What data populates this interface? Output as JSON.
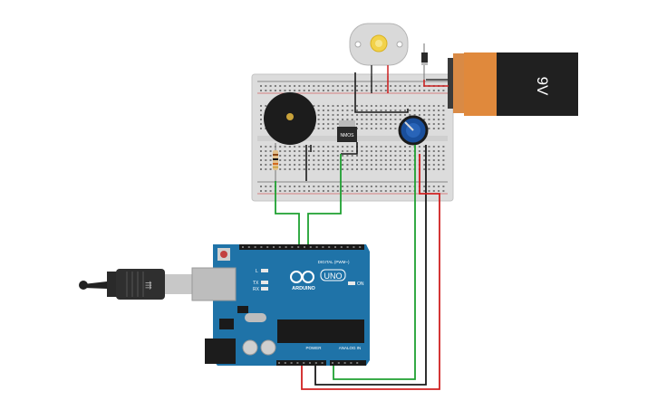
{
  "battery": {
    "label": "9V",
    "color_body": "#202020",
    "color_cap": "#d98a45"
  },
  "transistor": {
    "label": "NMOS"
  },
  "arduino": {
    "logo_text": "ARDUINO",
    "model": "UNO",
    "digital_header": "DIGITAL (PWM~)",
    "power_header": "POWER",
    "analog_header": "ANALOG IN",
    "tx": "TX",
    "rx": "RX",
    "l": "L",
    "on": "ON",
    "board_color": "#1f73a8"
  },
  "wires": {
    "green": "#1fa131",
    "red": "#d02020",
    "black": "#1a1a1a"
  }
}
